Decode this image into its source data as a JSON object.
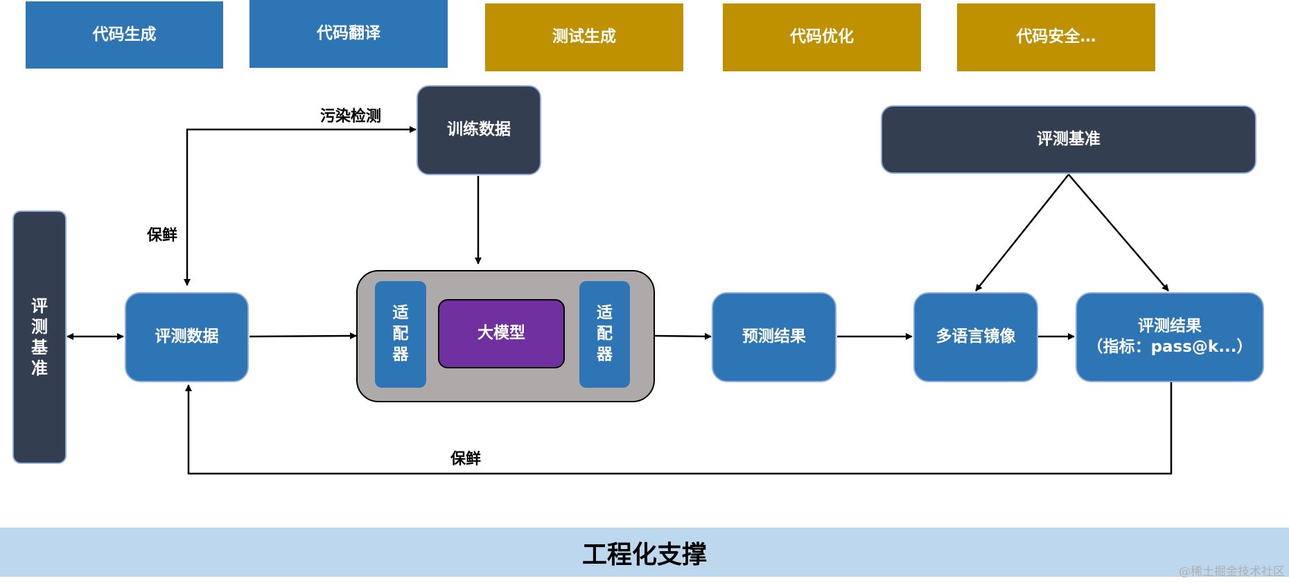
{
  "tasks": [
    {
      "label": "代码生成",
      "color": "#2E75B6"
    },
    {
      "label": "代码翻译",
      "color": "#2E75B6"
    },
    {
      "label": "测试生成",
      "color": "#BF9000"
    },
    {
      "label": "代码优化",
      "color": "#BF9000"
    },
    {
      "label": "代码安全…",
      "color": "#BF9000"
    }
  ],
  "left_benchmark": {
    "chars": [
      "评",
      "测",
      "基",
      "准"
    ]
  },
  "nodes": {
    "training_data": "训练数据",
    "eval_data": "评测数据",
    "large_model": "大模型",
    "adapter_left": [
      "适",
      "配",
      "器"
    ],
    "adapter_right": [
      "适",
      "配",
      "器"
    ],
    "prediction": "预测结果",
    "multilang_mirror": "多语言镜像",
    "eval_result_line1": "评测结果",
    "eval_result_line2": "（指标：pass@k...）",
    "benchmark_top": "评测基准"
  },
  "edge_labels": {
    "contamination": "污染检测",
    "fresh_top": "保鲜",
    "fresh_bottom": "保鲜"
  },
  "footer": {
    "engineering_support": "工程化支撑",
    "watermark": "@稀土掘金技术社区"
  },
  "colors": {
    "blue": "#2E75B6",
    "gold": "#BF9000",
    "dark": "#333F50",
    "purple": "#7030A0",
    "gray": "#AEAAAA",
    "light_blue": "#BDD7EE"
  }
}
